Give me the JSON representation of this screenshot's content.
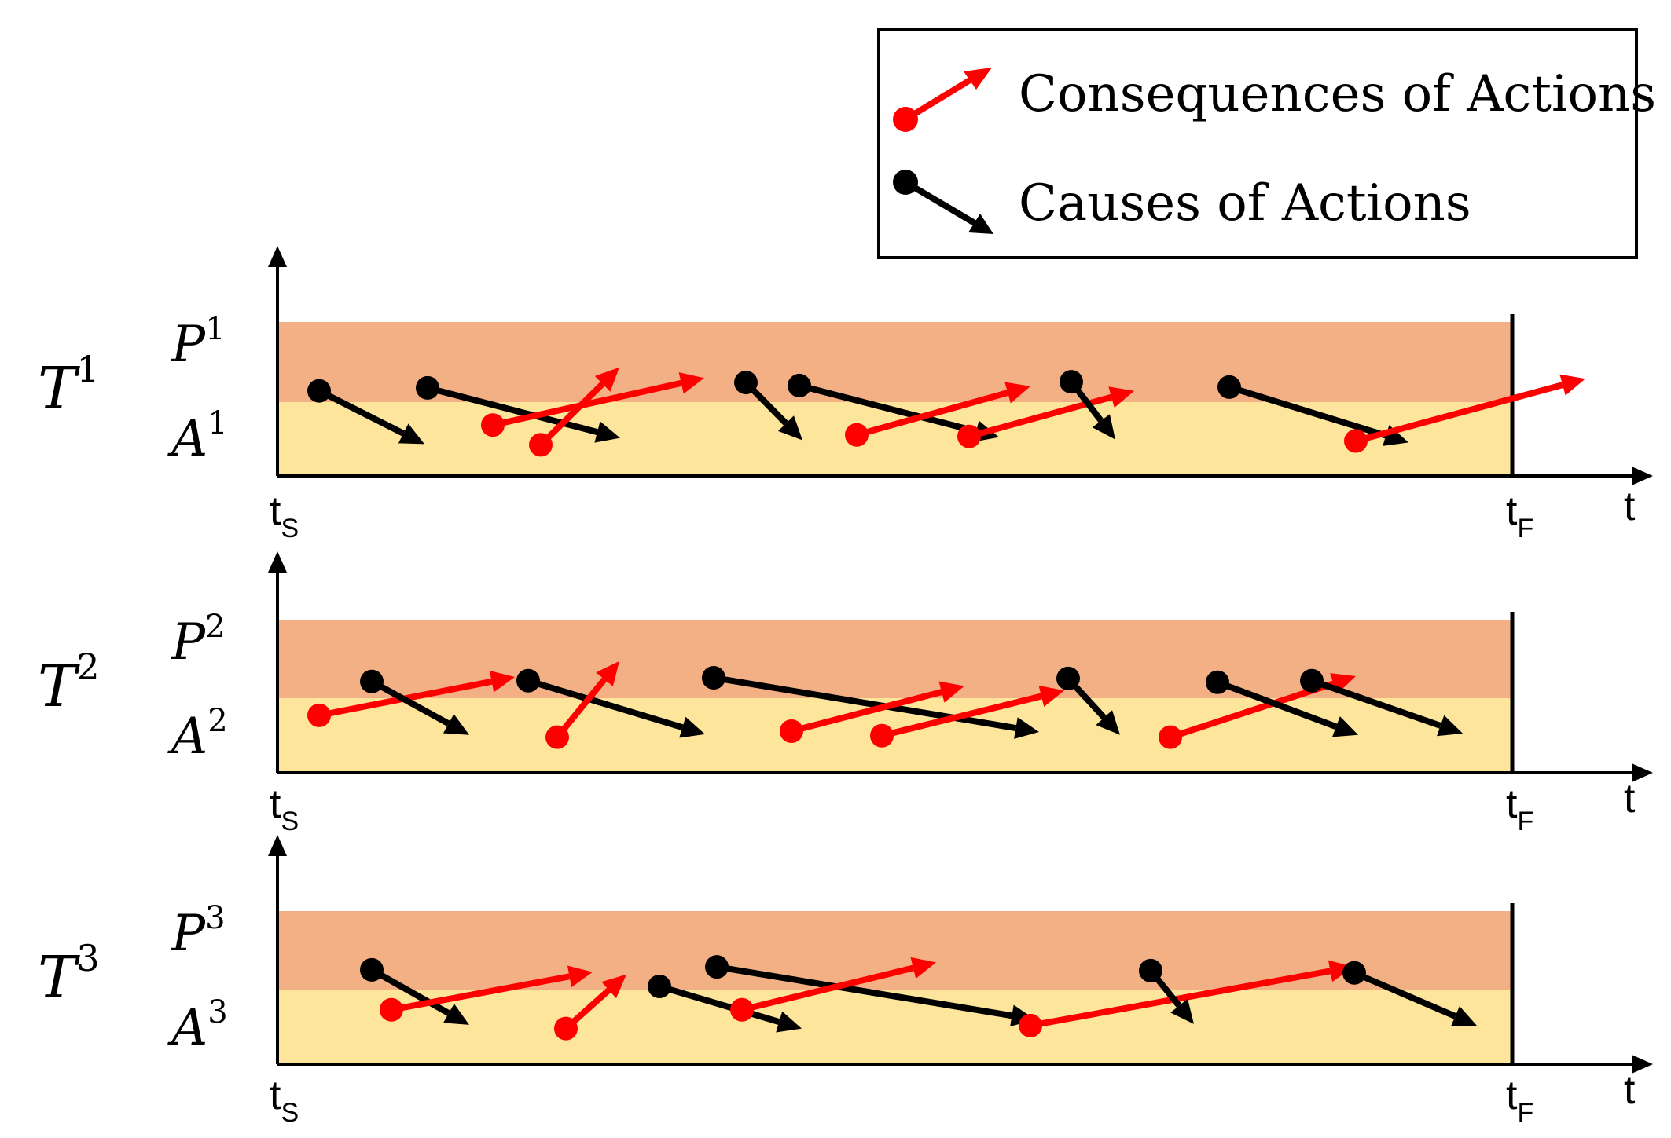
{
  "legend": {
    "consequences_label": "Consequences of Actions",
    "causes_label": "Causes of Actions"
  },
  "colors": {
    "consequence": "#ff0000",
    "cause": "#000000",
    "perception_band": "#f3b085",
    "action_band": "#fde59b",
    "axis": "#000000"
  },
  "axis": {
    "time_label": "t",
    "start_label": "t",
    "start_sub": "S",
    "end_label": "t",
    "end_sub": "F"
  },
  "panels": [
    {
      "task_label": "T",
      "task_sup": "1",
      "perception_label": "P",
      "perception_sup": "1",
      "action_label": "A",
      "action_sup": "1",
      "arrows": [
        {
          "kind": "cause",
          "from": [
            53,
            81
          ],
          "to": [
            187,
            11
          ]
        },
        {
          "kind": "cause",
          "from": [
            191,
            85
          ],
          "to": [
            436,
            19
          ]
        },
        {
          "kind": "consequence",
          "from": [
            274,
            36
          ],
          "to": [
            543,
            98
          ]
        },
        {
          "kind": "consequence",
          "from": [
            335,
            10
          ],
          "to": [
            435,
            112
          ]
        },
        {
          "kind": "cause",
          "from": [
            596,
            92
          ],
          "to": [
            668,
            16
          ]
        },
        {
          "kind": "cause",
          "from": [
            664,
            88
          ],
          "to": [
            918,
            20
          ]
        },
        {
          "kind": "consequence",
          "from": [
            737,
            23
          ],
          "to": [
            958,
            87
          ]
        },
        {
          "kind": "consequence",
          "from": [
            880,
            21
          ],
          "to": [
            1090,
            81
          ]
        },
        {
          "kind": "cause",
          "from": [
            1010,
            93
          ],
          "to": [
            1066,
            17
          ]
        },
        {
          "kind": "cause",
          "from": [
            1211,
            86
          ],
          "to": [
            1439,
            13
          ]
        },
        {
          "kind": "consequence",
          "from": [
            1372,
            15
          ],
          "to": [
            1664,
            97
          ]
        }
      ]
    },
    {
      "task_label": "T",
      "task_sup": "2",
      "perception_label": "P",
      "perception_sup": "2",
      "action_label": "A",
      "action_sup": "2",
      "arrows": [
        {
          "kind": "consequence",
          "from": [
            53,
            45
          ],
          "to": [
            302,
            96
          ]
        },
        {
          "kind": "cause",
          "from": [
            120,
            90
          ],
          "to": [
            244,
            19
          ]
        },
        {
          "kind": "cause",
          "from": [
            319,
            91
          ],
          "to": [
            544,
            20
          ]
        },
        {
          "kind": "consequence",
          "from": [
            356,
            16
          ],
          "to": [
            435,
            117
          ]
        },
        {
          "kind": "cause",
          "from": [
            555,
            95
          ],
          "to": [
            969,
            23
          ]
        },
        {
          "kind": "consequence",
          "from": [
            654,
            24
          ],
          "to": [
            874,
            84
          ]
        },
        {
          "kind": "consequence",
          "from": [
            769,
            18
          ],
          "to": [
            1001,
            78
          ]
        },
        {
          "kind": "cause",
          "from": [
            1006,
            94
          ],
          "to": [
            1072,
            19
          ]
        },
        {
          "kind": "consequence",
          "from": [
            1136,
            16
          ],
          "to": [
            1372,
            97
          ]
        },
        {
          "kind": "cause",
          "from": [
            1196,
            89
          ],
          "to": [
            1375,
            19
          ]
        },
        {
          "kind": "cause",
          "from": [
            1316,
            91
          ],
          "to": [
            1508,
            21
          ]
        }
      ]
    },
    {
      "task_label": "T",
      "task_sup": "3",
      "perception_label": "P",
      "perception_sup": "3",
      "action_label": "A",
      "action_sup": "3",
      "arrows": [
        {
          "kind": "cause",
          "from": [
            120,
            94
          ],
          "to": [
            244,
            21
          ]
        },
        {
          "kind": "consequence",
          "from": [
            145,
            41
          ],
          "to": [
            401,
            91
          ]
        },
        {
          "kind": "consequence",
          "from": [
            367,
            16
          ],
          "to": [
            444,
            88
          ]
        },
        {
          "kind": "cause",
          "from": [
            486,
            72
          ],
          "to": [
            667,
            16
          ]
        },
        {
          "kind": "cause",
          "from": [
            559,
            98
          ],
          "to": [
            964,
            28
          ]
        },
        {
          "kind": "consequence",
          "from": [
            591,
            41
          ],
          "to": [
            838,
            104
          ]
        },
        {
          "kind": "consequence",
          "from": [
            958,
            20
          ],
          "to": [
            1369,
            98
          ]
        },
        {
          "kind": "cause",
          "from": [
            1111,
            93
          ],
          "to": [
            1166,
            22
          ]
        },
        {
          "kind": "cause",
          "from": [
            1370,
            90
          ],
          "to": [
            1526,
            20
          ]
        }
      ]
    }
  ]
}
